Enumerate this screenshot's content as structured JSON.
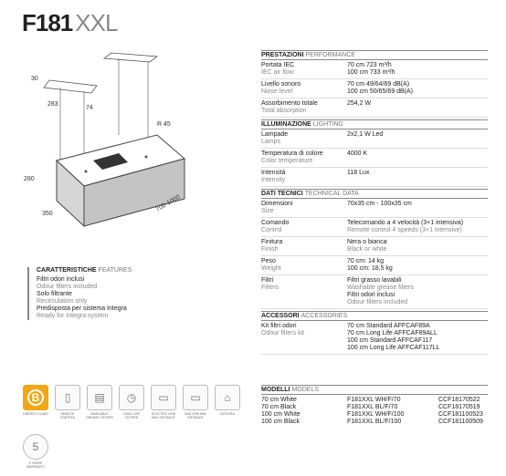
{
  "title": {
    "model": "F181",
    "variant": "XXL"
  },
  "drawing": {
    "dims": {
      "d30": "30",
      "d283": "283",
      "d74": "74",
      "r45": "R 45",
      "d280": "280",
      "d350": "350",
      "d700": "700-1000"
    }
  },
  "features": {
    "head_it": "CARATTERISTICHE",
    "head_en": "FEATURES",
    "items": [
      {
        "it": "Filtri odori inclusi",
        "en": "Odour filters included"
      },
      {
        "it": "Solo filtrante",
        "en": "Recirculation only"
      },
      {
        "it": "Predisposta per sistema Integra",
        "en": "Ready for Integra system"
      }
    ]
  },
  "icons": [
    {
      "name": "energy-class-icon",
      "glyph": "B",
      "label": "ENERGY CLASS"
    },
    {
      "name": "remote-control-icon",
      "glyph": "▯",
      "label": "REMOTE CONTROL"
    },
    {
      "name": "washable-filters-icon",
      "glyph": "▤",
      "label": "WASHABLE GREASE FILTERS"
    },
    {
      "name": "long-life-filters-icon",
      "glyph": "◷",
      "label": "LONG LIFE FILTERS"
    },
    {
      "name": "electric-hob-distance-icon",
      "glyph": "▭",
      "label": "ELECTRIC HOB MIN. DISTANCE"
    },
    {
      "name": "gas-hob-distance-icon",
      "glyph": "▭",
      "label": "GAS HOB MIN. DISTANCE"
    },
    {
      "name": "integra-icon",
      "glyph": "⌂",
      "label": "INTEGRA"
    }
  ],
  "warranty": {
    "glyph": "5",
    "label": "5 YEARS WARRANTY"
  },
  "spec": {
    "performance": {
      "head_it": "PRESTAZIONI",
      "head_en": "PERFORMANCE",
      "rows": [
        {
          "it": "Portata IEC",
          "en": "IEC air flow",
          "v1": "70 cm 723 m³/h",
          "v2": "100 cm 733 m³/h"
        },
        {
          "it": "Livello sonoro",
          "en": "Noise level",
          "v1": "70 cm 49/64/69 dB(A)",
          "v2": "100 cm 50/65/69 dB(A)"
        },
        {
          "it": "Assorbimento totale",
          "en": "Total absorption",
          "v1": "254,2 W",
          "v2": ""
        }
      ]
    },
    "lighting": {
      "head_it": "ILLUMINAZIONE",
      "head_en": "LIGHTING",
      "rows": [
        {
          "it": "Lampade",
          "en": "Lamps",
          "v1": "2x2,1 W Led",
          "v2": ""
        },
        {
          "it": "Temperatura di colore",
          "en": "Color temperature",
          "v1": "4000 K",
          "v2": ""
        },
        {
          "it": "Intensità",
          "en": "Intensity",
          "v1": "118 Lux",
          "v2": ""
        }
      ]
    },
    "technical": {
      "head_it": "DATI TECNICI",
      "head_en": "TECHNICAL DATA",
      "rows": [
        {
          "it": "Dimensioni",
          "en": "Size",
          "v1": "70x35 cm - 100x35 cm",
          "v2": ""
        },
        {
          "it": "Comando",
          "en": "Control",
          "v1": "Telecomando a 4 velocità (3+1 intensiva)",
          "v2": "Remote control 4 speeds (3+1 intensive)"
        },
        {
          "it": "Finitura",
          "en": "Finish",
          "v1": "Nera o bianca",
          "v2": "Black or white"
        },
        {
          "it": "Peso",
          "en": "Weight",
          "v1": "70 cm: 14 kg",
          "v2": "100 cm: 18,5 kg"
        },
        {
          "it": "Filtri",
          "en": "Filters",
          "v1": "Filtri grasso lavabili",
          "v2": "Washable grease filters",
          "v3": "Filtri odori inclusi",
          "v4": "Odour filters included"
        }
      ]
    },
    "accessories": {
      "head_it": "ACCESSORI",
      "head_en": "ACCESSORIES",
      "k_it": "Kit filtri odori",
      "k_en": "Odour filters kit",
      "lines": [
        "70 cm Standard AFFCAF89A",
        "70 cm Long Life AFFCAF89ALL",
        "100 cm Standard AFFCAF117",
        "100 cm Long Life AFFCAF117LL"
      ]
    }
  },
  "models": {
    "head_it": "MODELLI",
    "head_en": "MODELS",
    "rows": [
      {
        "name": "70 cm White",
        "code": "F181XXL WH/F/70",
        "ean": "CCF18170522"
      },
      {
        "name": "70 cm Black",
        "code": "F181XXL BL/F/70",
        "ean": "CCF18170519"
      },
      {
        "name": "100 cm White",
        "code": "F181XXL WH/F/100",
        "ean": "CCF181100523"
      },
      {
        "name": "100 cm Black",
        "code": "F181XXL BL/F/100",
        "ean": "CCF181100509"
      }
    ]
  }
}
